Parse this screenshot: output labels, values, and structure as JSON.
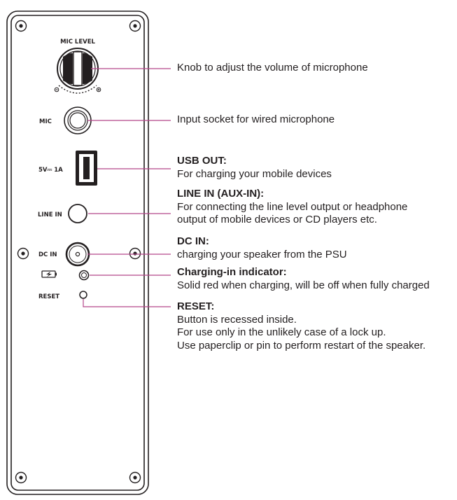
{
  "panel": {
    "mic_level_label": "MIC LEVEL",
    "mic_label": "MIC",
    "usb_label": "5V⎓ 1A",
    "line_in_label": "LINE IN",
    "dc_in_label": "DC IN",
    "reset_label": "RESET"
  },
  "colors": {
    "leader_line": "#b5478a",
    "panel_stroke": "#231f20"
  },
  "callouts": [
    {
      "id": "mic-level-knob",
      "title": "",
      "lines": [
        "Knob to adjust the volume of microphone"
      ]
    },
    {
      "id": "mic-socket",
      "title": "",
      "lines": [
        "Input socket for wired microphone"
      ]
    },
    {
      "id": "usb-out",
      "title": "USB OUT:",
      "lines": [
        "For charging your mobile devices"
      ]
    },
    {
      "id": "line-in",
      "title": "LINE IN (AUX-IN):",
      "lines": [
        "For connecting the line level output or headphone",
        "output of mobile devices or CD players etc."
      ]
    },
    {
      "id": "dc-in",
      "title": "DC IN:",
      "lines": [
        "charging your speaker from the PSU"
      ]
    },
    {
      "id": "charging-indicator",
      "title": "Charging-in indicator:",
      "lines": [
        "Solid red when charging, will be off when fully charged"
      ]
    },
    {
      "id": "reset",
      "title": "RESET:",
      "lines": [
        "Button is recessed inside.",
        "For use only in the unlikely case of a lock up.",
        "Use paperclip or pin to perform restart of the speaker."
      ]
    }
  ]
}
